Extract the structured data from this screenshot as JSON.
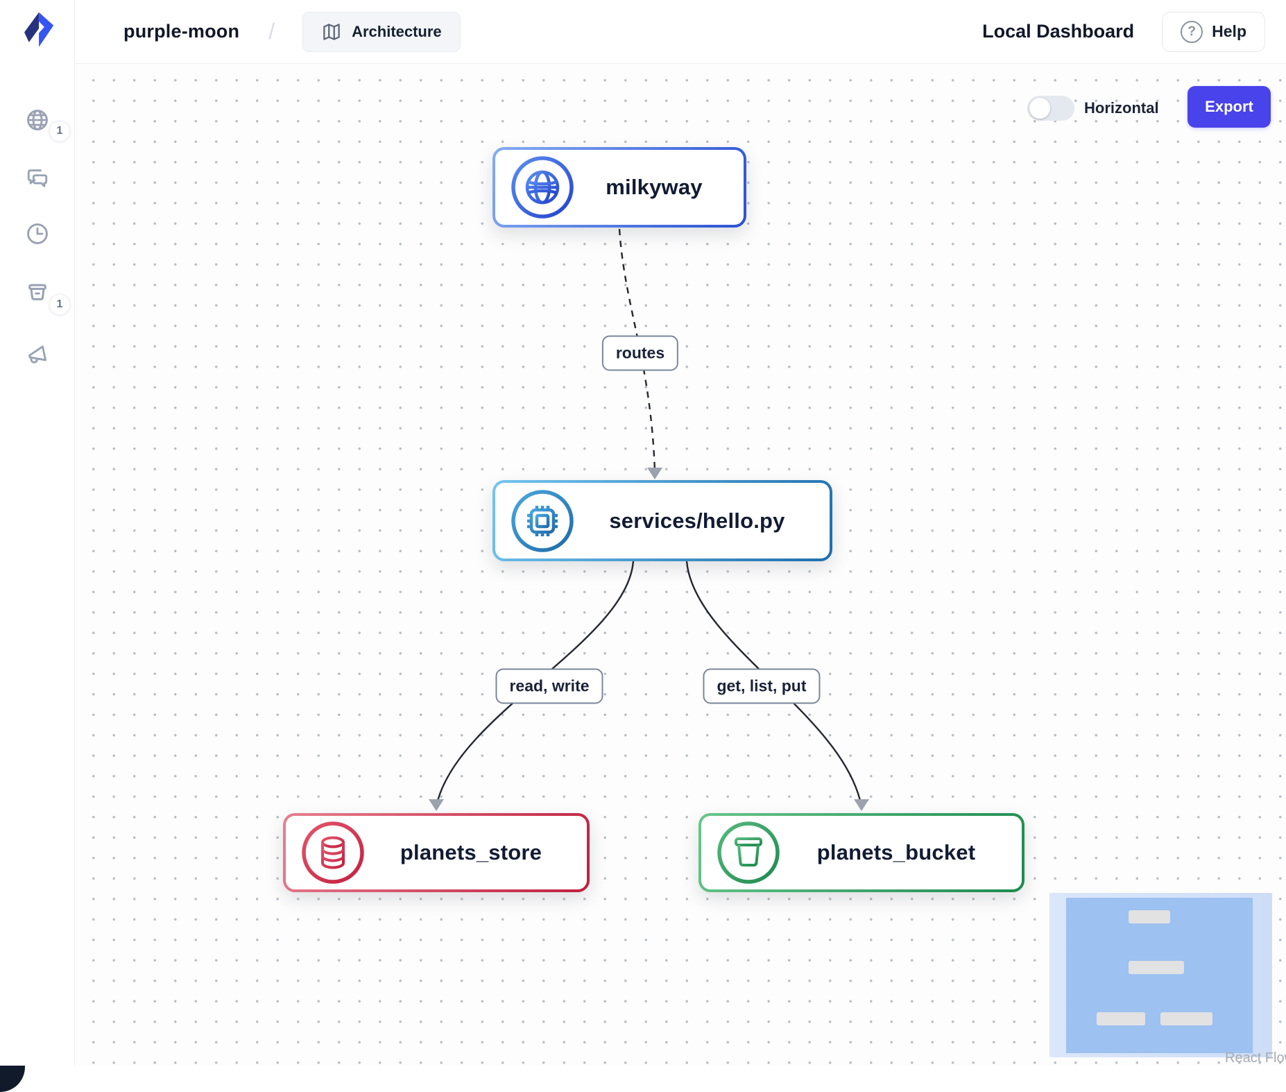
{
  "header": {
    "project_name": "purple-moon",
    "separator": "/",
    "architecture_label": "Architecture",
    "dashboard_title": "Local Dashboard",
    "help_label": "Help",
    "help_glyph": "?"
  },
  "sidebar": {
    "items": [
      {
        "name": "apis",
        "icon": "globe-icon",
        "badge": "1"
      },
      {
        "name": "websockets",
        "icon": "chat-icon",
        "badge": ""
      },
      {
        "name": "schedules",
        "icon": "clock-icon",
        "badge": ""
      },
      {
        "name": "storage",
        "icon": "bucket-icon",
        "badge": "1"
      },
      {
        "name": "topics",
        "icon": "megaphone-icon",
        "badge": ""
      }
    ]
  },
  "toolbar": {
    "orientation_label": "Horizontal",
    "orientation_on": false,
    "export_label": "Export",
    "export_color": "#4843ea"
  },
  "diagram": {
    "nodes": [
      {
        "id": "milkyway",
        "label": "milkyway",
        "icon": "globe-icon",
        "accent": "#2c55d6"
      },
      {
        "id": "services/hello.py",
        "label": "services/hello.py",
        "icon": "cpu-icon",
        "accent": "#2776b4"
      },
      {
        "id": "planets_store",
        "label": "planets_store",
        "icon": "database-icon",
        "accent": "#c62540"
      },
      {
        "id": "planets_bucket",
        "label": "planets_bucket",
        "icon": "bucket-icon",
        "accent": "#219253"
      }
    ],
    "edges": [
      {
        "from": "milkyway",
        "to": "services/hello.py",
        "label": "routes",
        "style": "dashed"
      },
      {
        "from": "services/hello.py",
        "to": "planets_store",
        "label": "read, write",
        "style": "solid"
      },
      {
        "from": "services/hello.py",
        "to": "planets_bucket",
        "label": "get, list, put",
        "style": "solid"
      }
    ]
  },
  "attribution": "React Flow"
}
